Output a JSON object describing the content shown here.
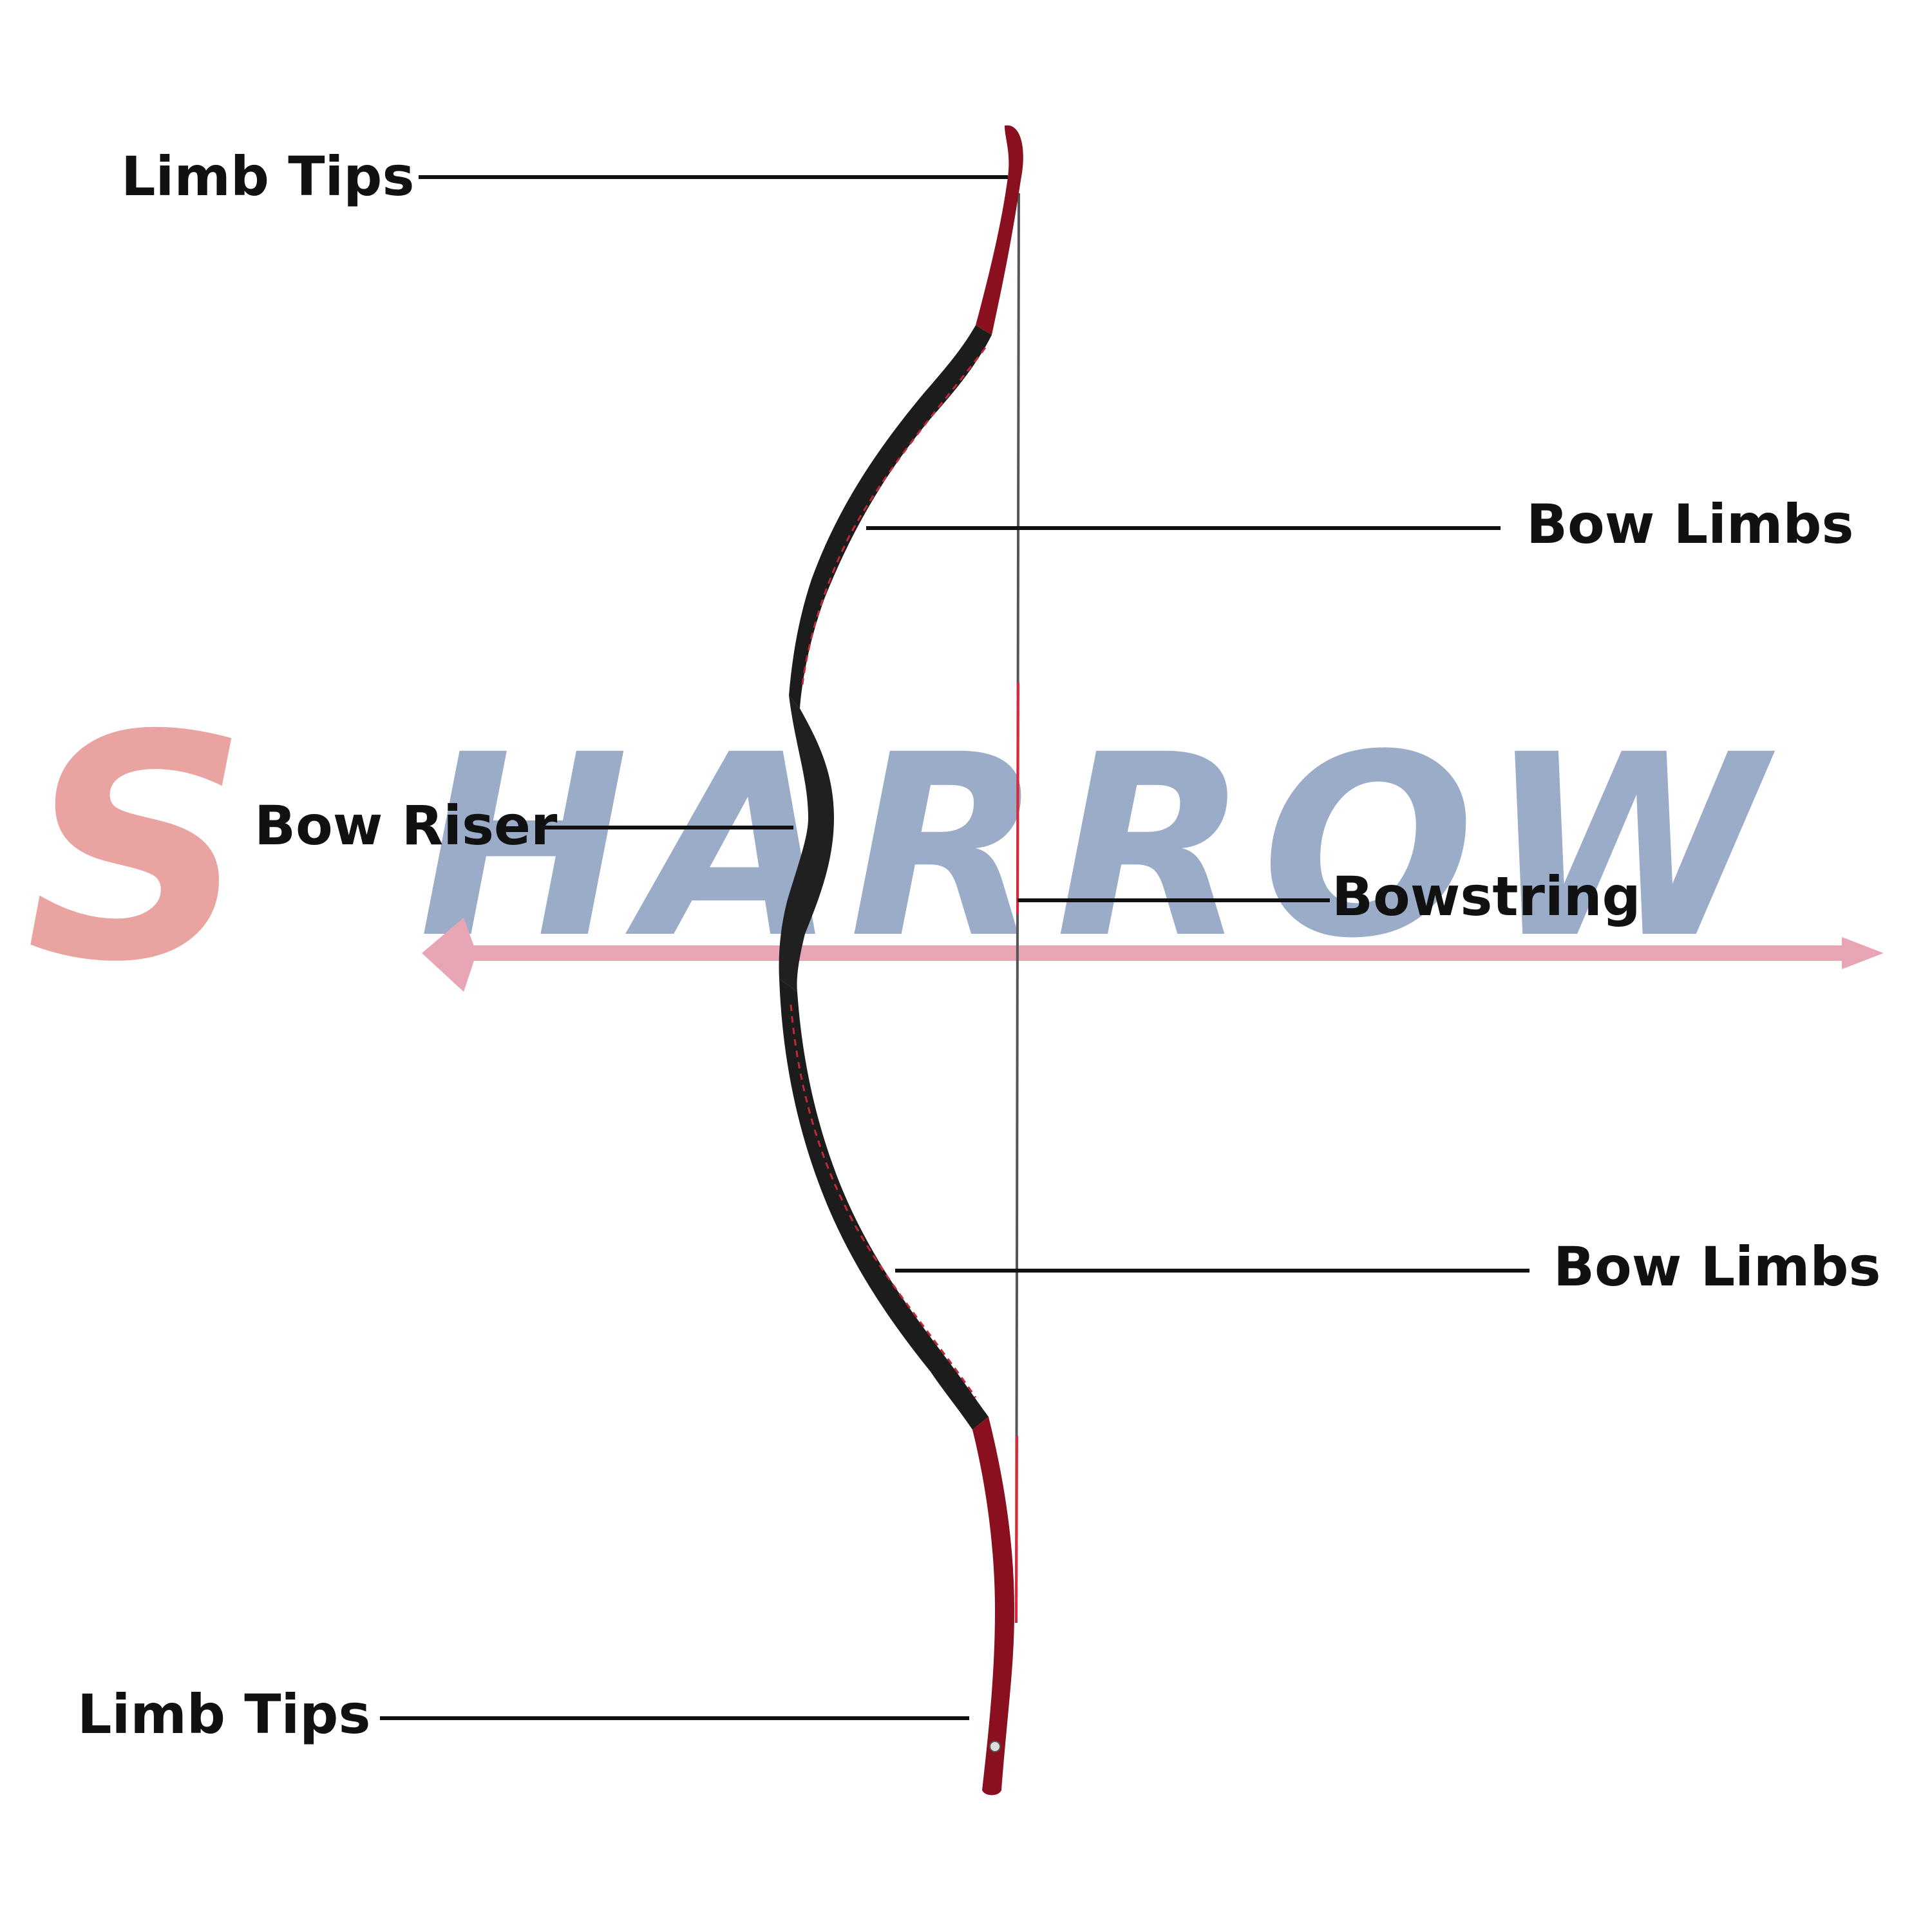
{
  "watermark": {
    "first_letter": "S",
    "rest": "HARROW",
    "first_color": "#e9a3a1",
    "rest_color": "#9bacc9",
    "arrow_color": "#e8a6b4"
  },
  "labels": {
    "limb_tips_top": "Limb Tips",
    "bow_limbs_upper": "Bow Limbs",
    "bow_riser": "Bow Riser",
    "bowstring": "Bowstring",
    "bow_limbs_lower": "Bow Limbs",
    "limb_tips_bottom": "Limb Tips"
  },
  "colors": {
    "bow_body": "#1c1c1c",
    "bow_tip": "#8a1020",
    "stitching": "#c0283a",
    "string": "#555555",
    "leader_line": "#111111"
  }
}
